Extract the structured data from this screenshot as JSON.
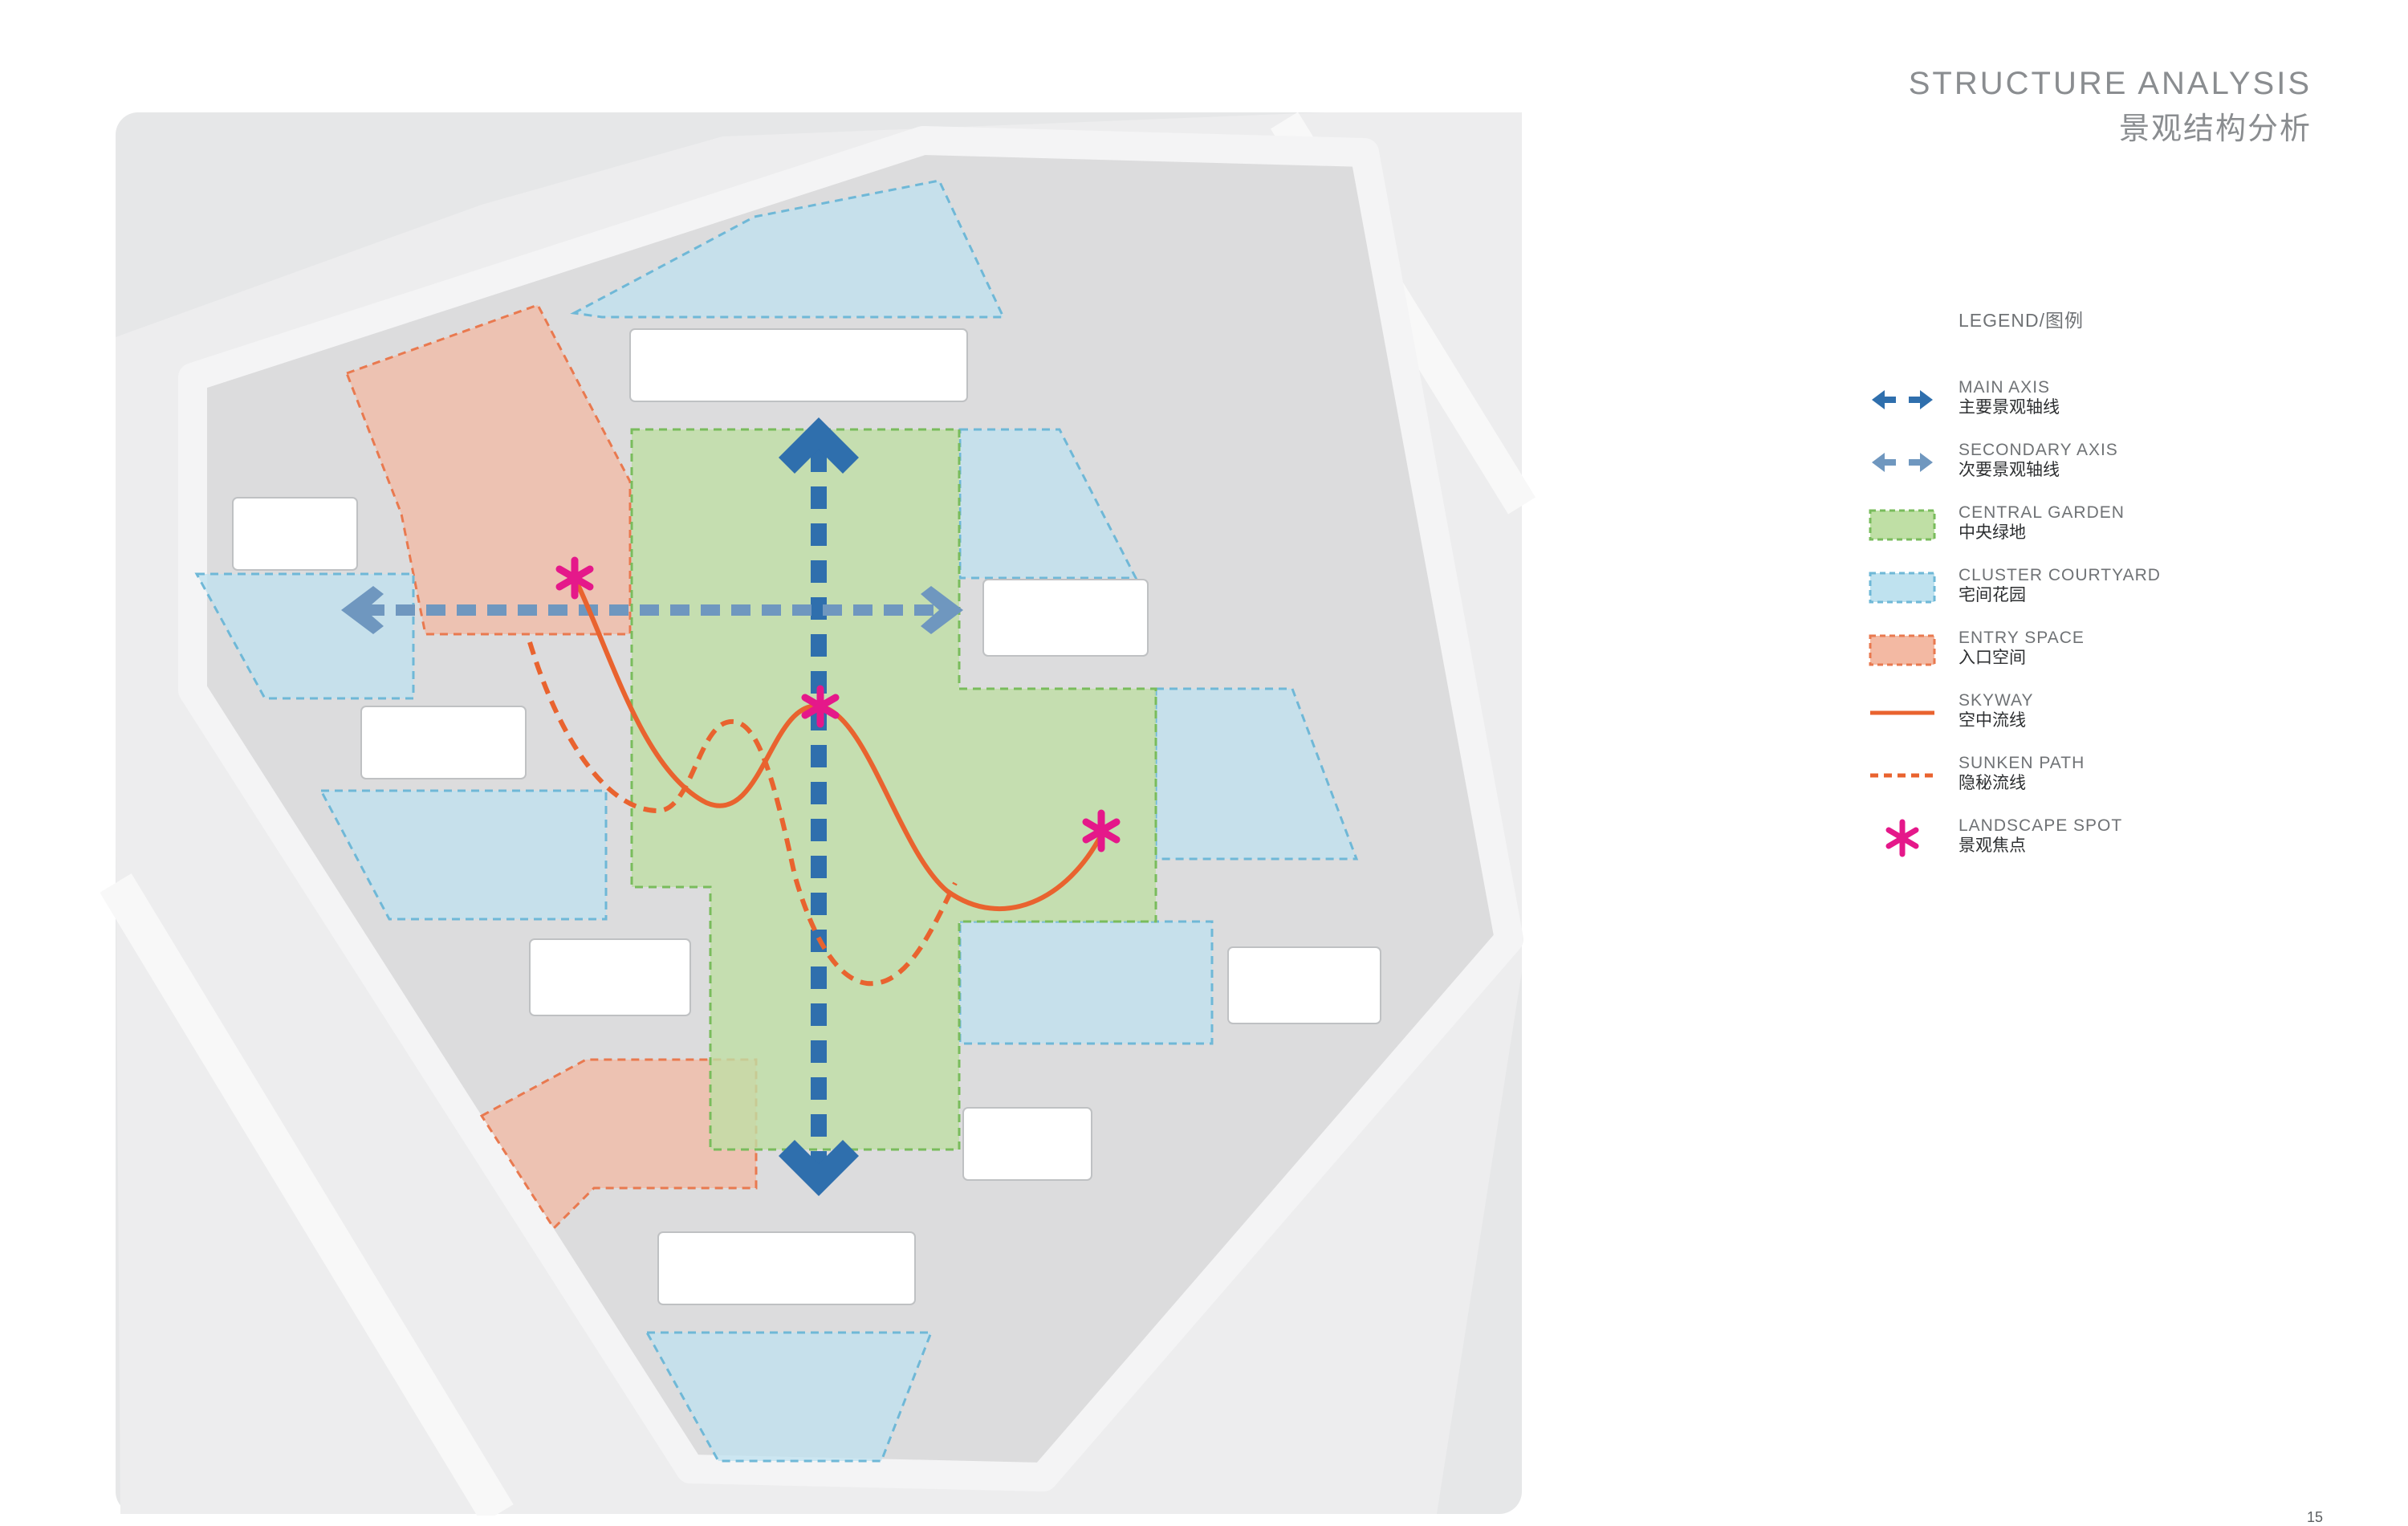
{
  "title": {
    "en": "STRUCTURE ANALYSIS",
    "cn": "景观结构分析"
  },
  "legend": {
    "heading": "LEGEND/图例",
    "items": [
      {
        "key": "main-axis",
        "en": "MAIN AXIS",
        "cn": "主要景观轴线",
        "color": "#2f6fad",
        "icon": "double-arrow-icon"
      },
      {
        "key": "secondary-axis",
        "en": "SECONDARY AXIS",
        "cn": "次要景观轴线",
        "color": "#6f97bf",
        "icon": "double-arrow-icon"
      },
      {
        "key": "central-garden",
        "en": "CENTRAL GARDEN",
        "cn": "中央绿地",
        "color": "#bfdfa5",
        "icon": "dashed-box-icon"
      },
      {
        "key": "cluster-courtyard",
        "en": "CLUSTER COURTYARD",
        "cn": "宅间花园",
        "color": "#bfe2ef",
        "icon": "dashed-box-icon"
      },
      {
        "key": "entry-space",
        "en": "ENTRY SPACE",
        "cn": "入口空间",
        "color": "#f3b9a3",
        "icon": "dashed-box-icon"
      },
      {
        "key": "skyway",
        "en": "SKYWAY",
        "cn": "空中流线",
        "color": "#e9632f",
        "icon": "solid-line-icon"
      },
      {
        "key": "sunken-path",
        "en": "SUNKEN PATH",
        "cn": "隐秘流线",
        "color": "#e9632f",
        "icon": "dashed-line-icon"
      },
      {
        "key": "landscape-spot",
        "en": "LANDSCAPE SPOT",
        "cn": "景观焦点",
        "color": "#e5188a",
        "icon": "asterisk-icon"
      }
    ]
  },
  "page_number": "15"
}
